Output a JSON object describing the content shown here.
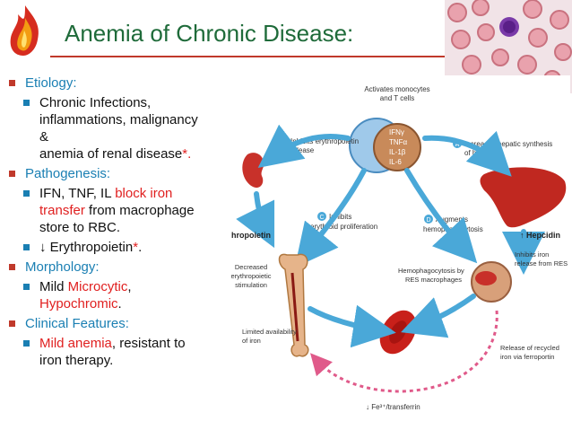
{
  "title": "Anemia of Chronic Disease:",
  "bullets": {
    "etiology": {
      "label": "Etiology:",
      "line1": "Chronic Infections,",
      "line2": "inflammations, malignancy",
      "line3": "&",
      "line4": "anemia of renal disease",
      "mark": "*."
    },
    "pathogenesis": {
      "label": "Pathogenesis:",
      "p1a": "IFN, TNF, IL ",
      "p1b": "block iron",
      "p1c": "transfer",
      "p1d": " from macrophage",
      "p1e": "store to RBC.",
      "p2a": "↓ Erythropoietin",
      "p2b": "*",
      "p2c": "."
    },
    "morphology": {
      "label": "Morphology:",
      "m1": "Mild ",
      "m2": "Microcytic",
      "m3": ",",
      "m4": "Hypochromic",
      "m5": "."
    },
    "clinical": {
      "label": "Clinical Features:",
      "c1": "Mild anemia",
      "c2": ", resistant to",
      "c3": "iron therapy."
    }
  },
  "diagram": {
    "center": {
      "l1": "Activates monocytes",
      "l2": "and T cells",
      "c1": "IFNγ",
      "c2": "TNFα",
      "c3": "IL-1β",
      "c4": "IL-6"
    },
    "a": {
      "letter": "A",
      "l1": "Increases hepatic synthesis",
      "l2": "of hepcidin"
    },
    "b": {
      "letter": "B",
      "l1": "Inhibits erythropoietin",
      "l2": "release"
    },
    "c": {
      "letter": "C",
      "l1": "Inhibits",
      "l2": "erythroid proliferation"
    },
    "d": {
      "letter": "D",
      "l1": "Augments",
      "l2": "hemophagocytosis"
    },
    "hepcidin": "↑ Hepcidin",
    "epo": "hropoietin",
    "inhibits": {
      "l1": "Inhibits iron",
      "l2": "release from RES"
    },
    "decreased": {
      "l1": "Decreased",
      "l2": "erythropoietic",
      "l3": "stimulation"
    },
    "hemo": {
      "l1": "Hemophagocytosis by",
      "l2": "RES macrophages"
    },
    "limited": {
      "l1": "Limited availability",
      "l2": "of iron"
    },
    "release": {
      "l1": "Release of recycled",
      "l2": "iron via ferroportin"
    },
    "fe": "↓ Fe³⁺/transferrin"
  }
}
